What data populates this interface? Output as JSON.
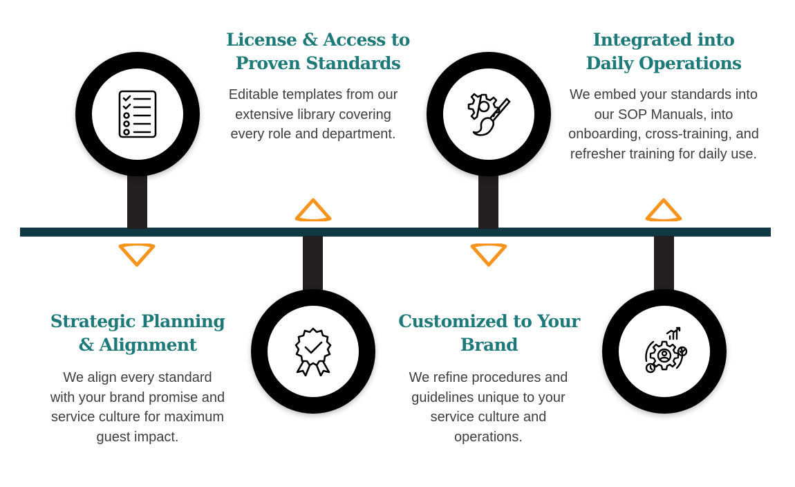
{
  "colors": {
    "title": "#1e7a78",
    "timeline": "#0f3a44",
    "ring": "#000000",
    "stem": "#231f20",
    "marker": "#f7941d",
    "body_text": "#3d3d3d"
  },
  "steps": [
    {
      "title": "Strategic Planning & Alignment",
      "description": "We align every standard with your brand promise and service culture for maximum guest impact.",
      "icon": "checklist-icon"
    },
    {
      "title": "License & Access to Proven Standards",
      "description": "Editable templates from our extensive library covering every role and department.",
      "icon": "rosette-check-icon"
    },
    {
      "title": "Customized to Your Brand",
      "description": "We refine procedures and guidelines unique to your service culture and operations.",
      "icon": "gear-brush-icon"
    },
    {
      "title": "Integrated into Daily Operations",
      "description": "We  embed your standards into our SOP Manuals, into onboarding, cross-training, and refresher training for daily use.",
      "icon": "gear-cycle-icon"
    }
  ]
}
